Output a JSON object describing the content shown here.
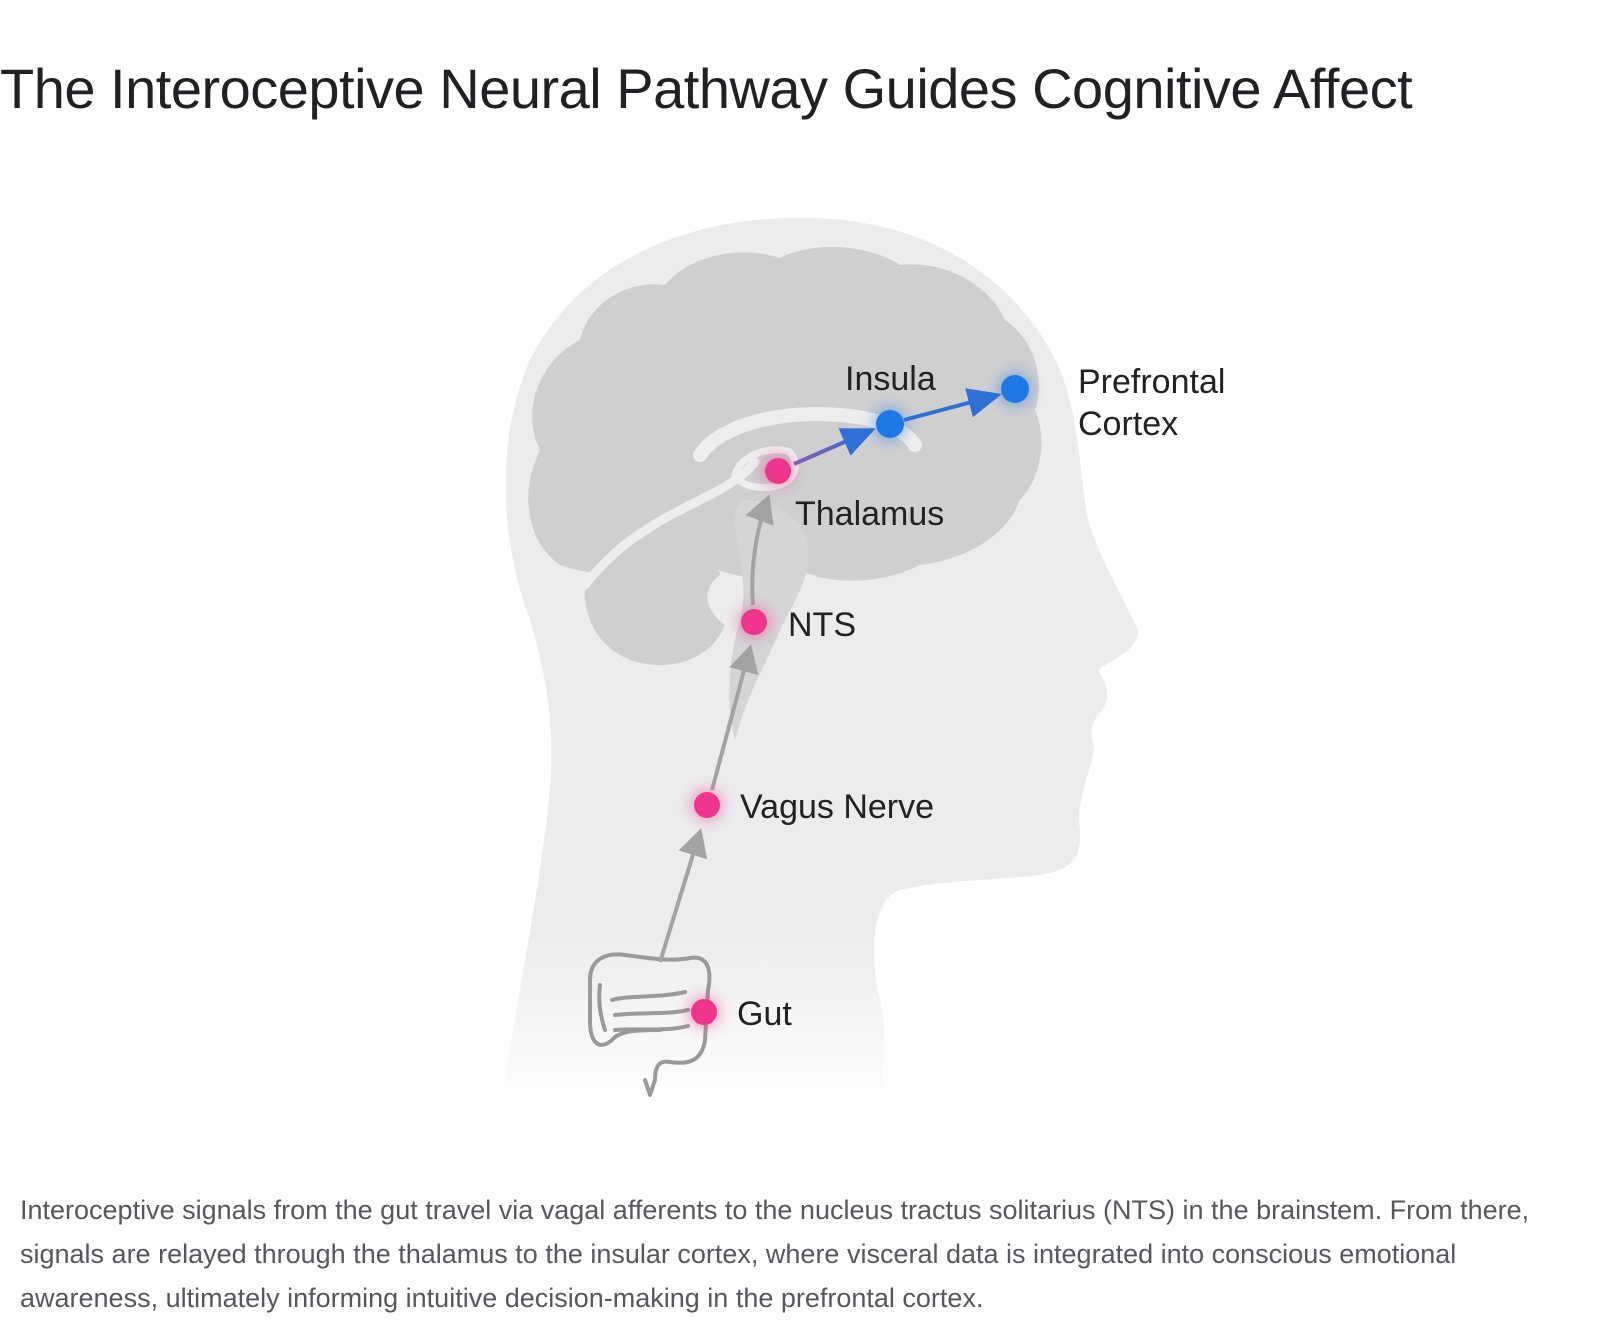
{
  "title": "The Interoceptive Neural Pathway Guides Cognitive Affect",
  "nodes": {
    "gut": {
      "label": "Gut",
      "color": "#f0358e"
    },
    "vagus": {
      "label": "Vagus Nerve",
      "color": "#f0358e"
    },
    "nts": {
      "label": "NTS",
      "color": "#f0358e"
    },
    "thalamus": {
      "label": "Thalamus",
      "color": "#f0358e"
    },
    "insula": {
      "label": "Insula",
      "color": "#1f78e6"
    },
    "prefrontal": {
      "label_line1": "Prefrontal",
      "label_line2": "Cortex",
      "color": "#1f78e6"
    }
  },
  "colors": {
    "head": "#ececed",
    "brain": "#cfcfd0",
    "brain_detail": "#eeeeef",
    "ascending_arrow": "#a3a3a3",
    "cortical_arrow": "#2f6fd6",
    "gut_outline": "#9a9a9a"
  },
  "caption": "Interoceptive signals from the gut travel via vagal afferents to the nucleus tractus solitarius (NTS) in the brainstem. From there, signals are relayed through the thalamus to the insular cortex, where visceral data is integrated into conscious emotional awareness, ultimately informing intuitive decision-making in the prefrontal cortex."
}
